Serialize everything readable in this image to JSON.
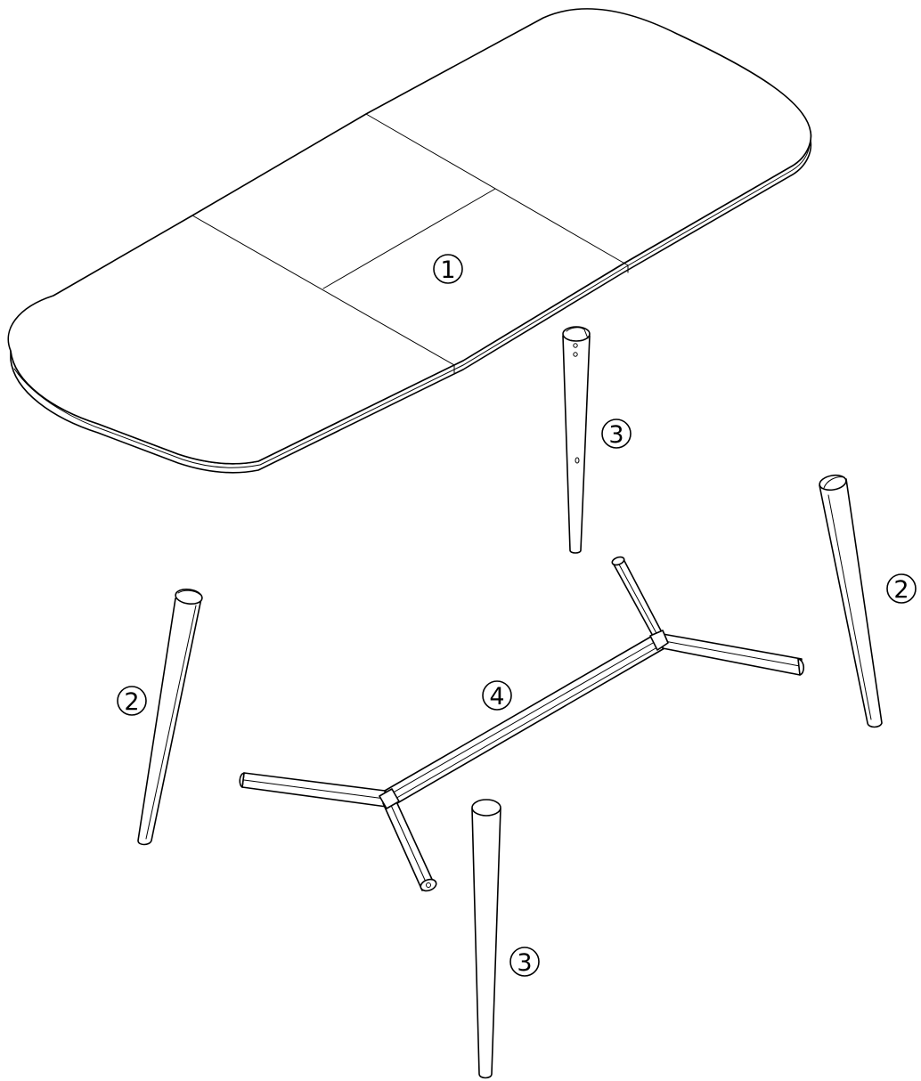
{
  "parts": [
    {
      "id": "table-top",
      "label": "1"
    },
    {
      "id": "leg-a",
      "label": "2"
    },
    {
      "id": "leg-b",
      "label": "3"
    },
    {
      "id": "base-frame",
      "label": "4"
    }
  ],
  "callouts": {
    "top": "1",
    "leg_left": "2",
    "leg_right": "2",
    "leg_center_back": "3",
    "leg_center_front": "3",
    "frame": "4"
  }
}
